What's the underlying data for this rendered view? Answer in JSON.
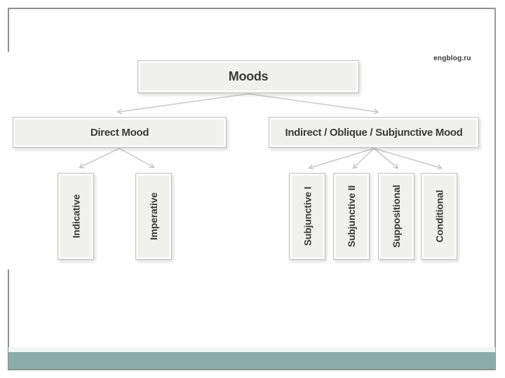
{
  "watermark": "engblog.ru",
  "tree": {
    "root": "Moods",
    "children": [
      {
        "label": "Direct Mood",
        "children": [
          "Indicative",
          "Imperative"
        ]
      },
      {
        "label": "Indirect / Oblique / Subjunctive Mood",
        "children": [
          "Subjunctive I",
          "Subjunctive II",
          "Suppositional",
          "Conditional"
        ]
      }
    ]
  },
  "colors": {
    "node_fill": "#f0f0ee",
    "node_border": "#c2c2c2",
    "arrow": "#c6c6c6",
    "footer_bar": "#8bacaa",
    "frame": "#8f8f8f",
    "text": "#3a3a3a"
  }
}
